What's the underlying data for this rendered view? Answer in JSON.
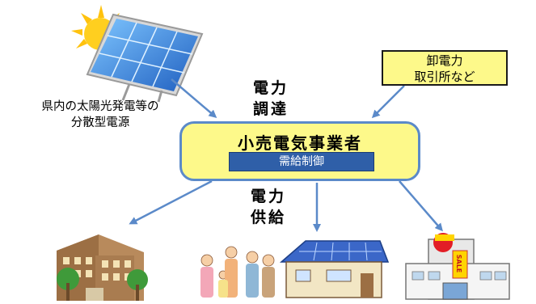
{
  "solar_label": {
    "line1": "県内の太陽光発電等の",
    "line2": "分散型電源"
  },
  "procurement_label": {
    "line1": "電力",
    "line2": "調達"
  },
  "exchange_box": {
    "line1": "卸電力",
    "line2": "取引所など"
  },
  "retailer": {
    "title": "小売電気事業者",
    "control": "需給制御"
  },
  "supply_label": {
    "line1": "電力",
    "line2": "供給"
  },
  "store_sign": "SALE",
  "colors": {
    "box_fill": "#fdf98a",
    "retailer_border": "#5b8ac9",
    "control_fill": "#2f5fa8",
    "arrow": "#5b8ac9"
  }
}
